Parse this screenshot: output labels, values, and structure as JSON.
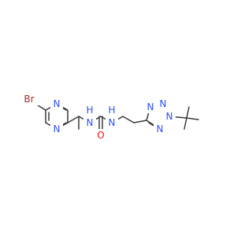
{
  "colors": {
    "bond": "#3a3a3a",
    "nitrogen": "#3050f8",
    "oxygen": "#ff0d0d",
    "bromine": "#a62929"
  },
  "atoms": {
    "br": "Br",
    "n_pyr_top": "N",
    "n_pyr_bottom": "N",
    "n_urea_left": "N",
    "h_urea_left": "H",
    "o_carbonyl": "O",
    "n_urea_right": "N",
    "h_urea_right": "H",
    "n_tet_top_left": "N",
    "n_tet_top_right": "N",
    "n_tet_substituted": "N",
    "n_tet_bottom": "N"
  }
}
